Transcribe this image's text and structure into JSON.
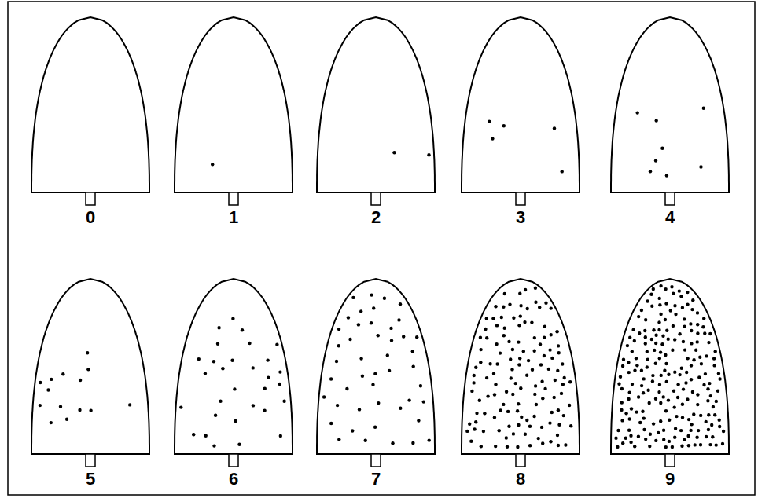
{
  "diagram": {
    "labels": [
      "0",
      "1",
      "2",
      "3",
      "4",
      "5",
      "6",
      "7",
      "8",
      "9"
    ]
  }
}
